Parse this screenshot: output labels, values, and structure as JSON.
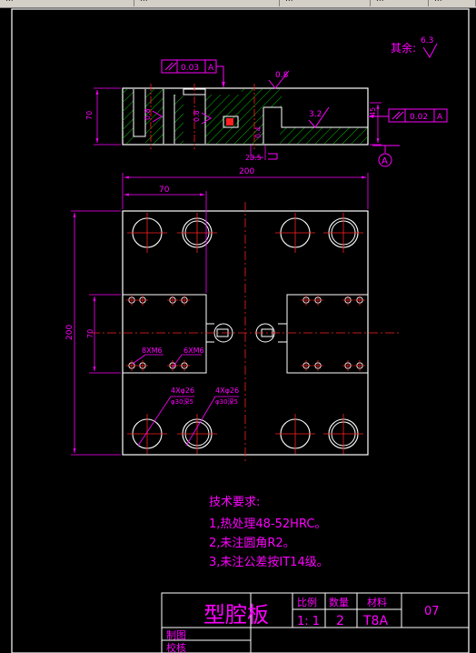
{
  "tabs": [
    "...",
    "...",
    "...",
    "...",
    "..."
  ],
  "roughness_note": "其余:",
  "roughness_values": {
    "rest": "6.3",
    "top_a": "0.8",
    "top_b": "0.8",
    "top_c": "0.8",
    "side": "0.4",
    "slot": "3.2"
  },
  "section_view": {
    "flatness": "0.03",
    "flatness_datum": "A",
    "parallel": "0.02",
    "parallel_datum": "A",
    "datum_label": "A",
    "dim_height": "70",
    "dim_step": "45",
    "dim_bottom": "23.5"
  },
  "plan_view": {
    "dim_width": "200",
    "dim_partial": "70",
    "dim_height": "200",
    "dim_inner": "70",
    "thread_left": "8XM6",
    "thread_right": "6XM6",
    "bore_left": "4Xφ26",
    "bore_left_sub": "φ30深5",
    "bore_right": "4Xφ26",
    "bore_right_sub": "φ30深5"
  },
  "notes": {
    "title": "技术要求:",
    "items": [
      "1,热处理48-52HRC。",
      "2,未注圆角R2。",
      "3,未注公差按IT14级。"
    ]
  },
  "title_block": {
    "part_name": "型腔板",
    "h_scale": "比例",
    "h_qty": "数量",
    "h_material": "材料",
    "scale": "1: 1",
    "qty": "2",
    "material": "T8A",
    "drawing_no": "07",
    "drawn_by": "制图",
    "checked_by": "校核"
  },
  "colors": {
    "frame": "#ffffff",
    "dim": "#ff00ff",
    "center": "#ff2020",
    "hatch": "#00c000",
    "outline": "#ffffff"
  }
}
